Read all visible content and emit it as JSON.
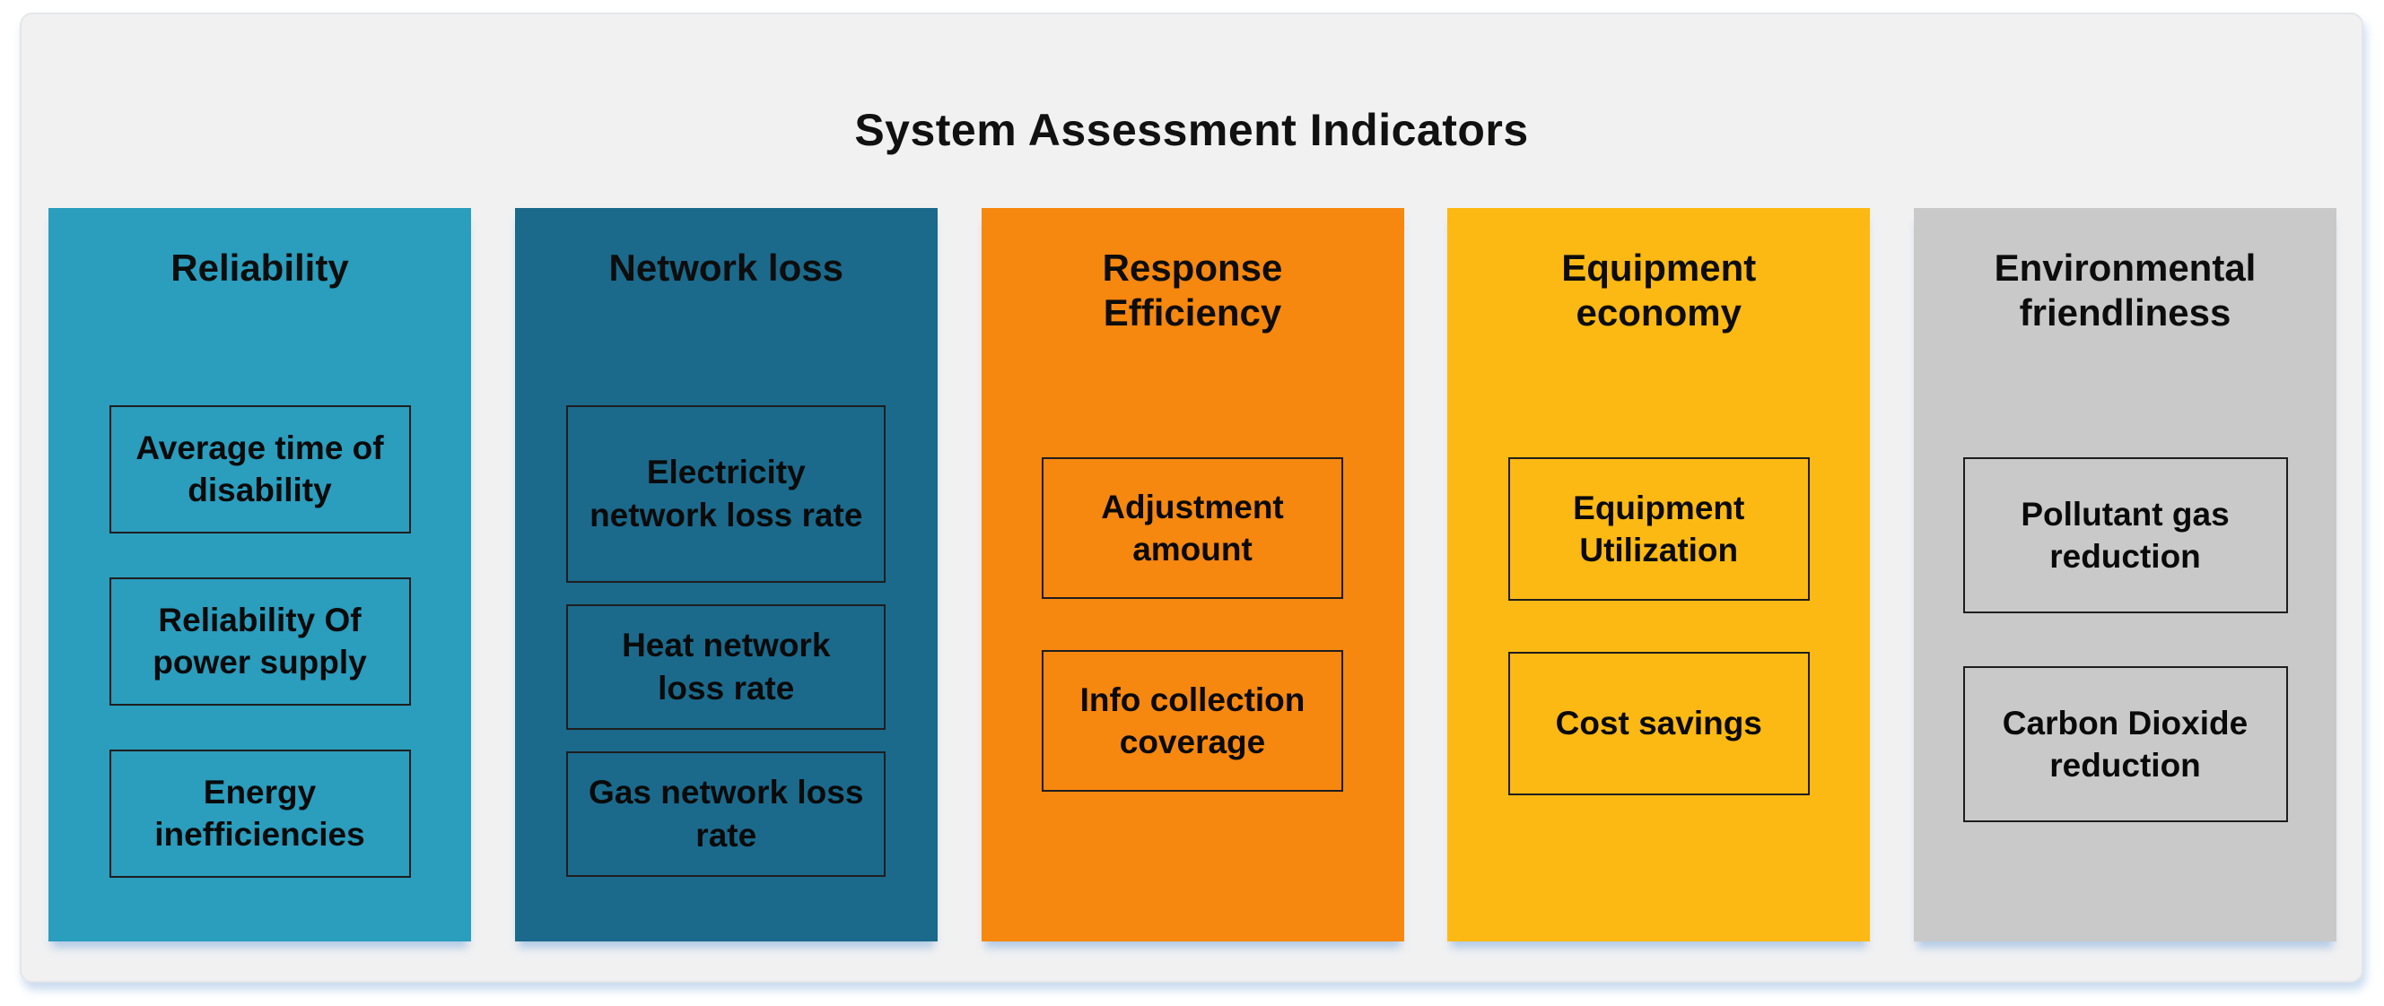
{
  "title": "System Assessment Indicators",
  "canvas_background": "#F1F1F2",
  "columns": [
    {
      "heading": "Reliability",
      "color": "#2B9DBD",
      "items": [
        "Average time of disability",
        "Reliability Of power supply",
        "Energy inefficiencies"
      ]
    },
    {
      "heading": "Network loss",
      "color": "#1B6A8C",
      "items": [
        "Electricity network loss rate",
        "Heat network loss rate",
        "Gas network loss rate"
      ]
    },
    {
      "heading": "Response Efficiency",
      "color": "#F6870F",
      "items": [
        "Adjustment amount",
        "Info collection coverage"
      ]
    },
    {
      "heading": "Equipment economy",
      "color": "#FDB913",
      "items": [
        "Equipment Utilization",
        "Cost savings"
      ]
    },
    {
      "heading": "Environmental friendliness",
      "color": "#C9C9C9",
      "items": [
        "Pollutant gas reduction",
        "Carbon Dioxide reduction"
      ]
    }
  ]
}
